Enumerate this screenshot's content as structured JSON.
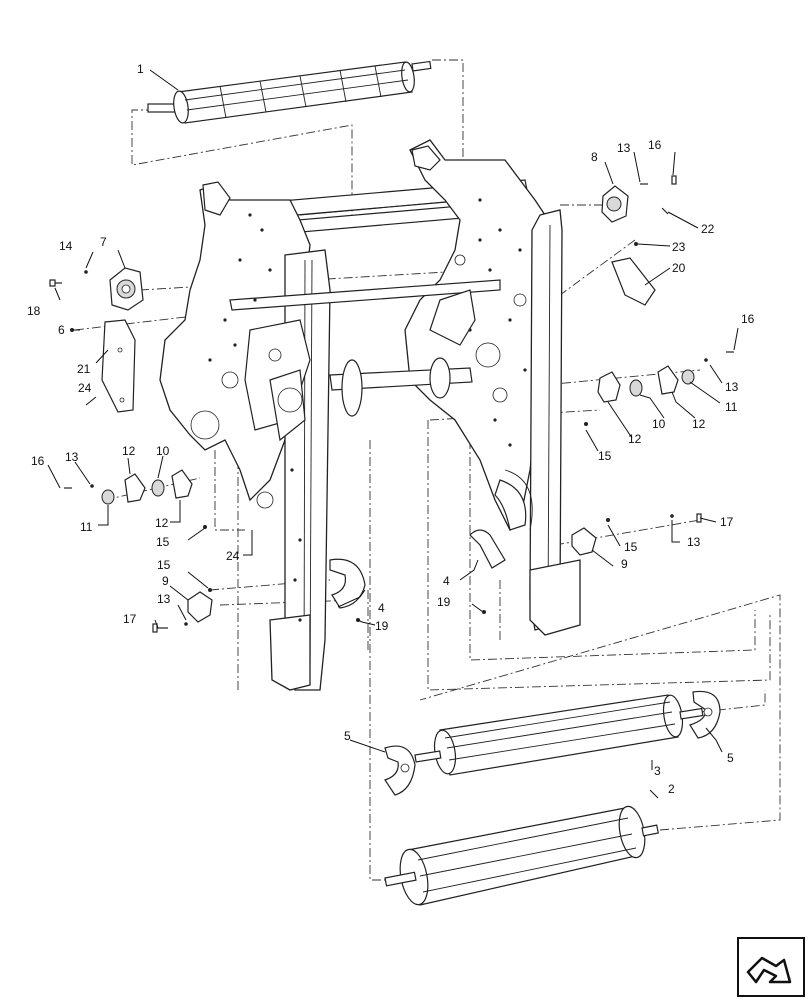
{
  "callouts": {
    "c1": "1",
    "c2": "2",
    "c3": "3",
    "c4a": "4",
    "c4b": "4",
    "c5a": "5",
    "c5b": "5",
    "c6": "6",
    "c7": "7",
    "c8": "8",
    "c9a": "9",
    "c9b": "9",
    "c10a": "10",
    "c10b": "10",
    "c11a": "11",
    "c11b": "11",
    "c12a": "12",
    "c12b": "12",
    "c12c": "12",
    "c12d": "12",
    "c13a": "13",
    "c13b": "13",
    "c13c": "13",
    "c13d": "13",
    "c13e": "13",
    "c14": "14",
    "c15a": "15",
    "c15b": "15",
    "c15c": "15",
    "c15d": "15",
    "c16a": "16",
    "c16b": "16",
    "c16c": "16",
    "c17a": "17",
    "c17b": "17",
    "c18": "18",
    "c19a": "19",
    "c19b": "19",
    "c20": "20",
    "c21": "21",
    "c22": "22",
    "c23": "23",
    "c24a": "24",
    "c24b": "24"
  },
  "nav_icon": "next-page-arrow-icon"
}
